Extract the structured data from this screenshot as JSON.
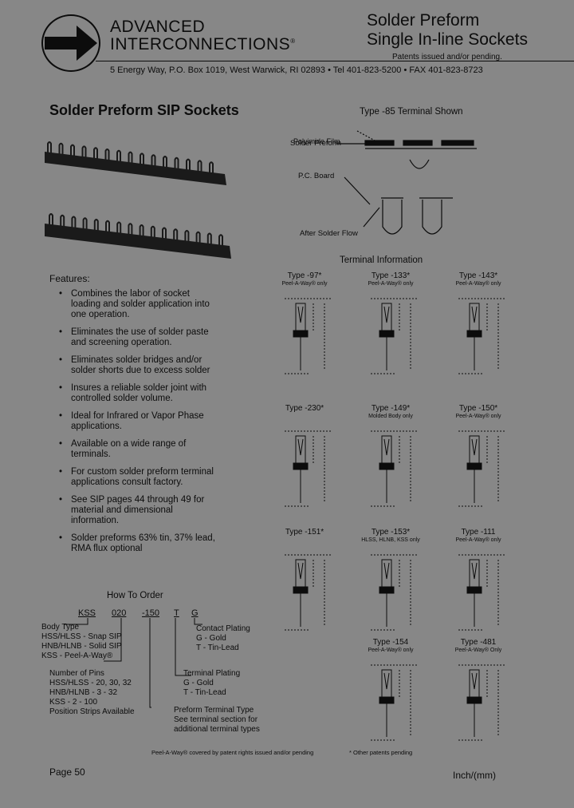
{
  "header": {
    "company_line1": "ADVANCED",
    "company_line2": "INTERCONNECTIONS",
    "registered": "®",
    "title_line1": "Solder Preform",
    "title_line2": "Single In-line Sockets",
    "patents": "Patents issued and/or pending.",
    "address": "5 Energy Way, P.O. Box 1019, West Warwick, RI 02893  •  Tel 401-823-5200  •  FAX 401-823-8723"
  },
  "main": {
    "heading": "Solder Preform SIP Sockets"
  },
  "diagram85": {
    "title": "Type -85 Terminal Shown",
    "labels": {
      "film": "Polyimide Film",
      "preform": "Solder Preform",
      "board": "P.C. Board",
      "flow": "After Solder Flow"
    }
  },
  "features": {
    "title": "Features:",
    "items": [
      "Combines the labor of socket loading and solder application into one operation.",
      "Eliminates the use of solder paste and screening operation.",
      "Eliminates solder bridges and/or solder shorts due to excess solder",
      "Insures a reliable solder joint with controlled solder volume.",
      "Ideal for Infrared or Vapor Phase applications.",
      "Available on a wide range of terminals.",
      "For custom solder preform terminal applications consult factory.",
      "See SIP pages 44 through 49 for material and dimensional information.",
      "Solder preforms 63% tin, 37% lead, RMA flux optional"
    ]
  },
  "order": {
    "title": "How To Order",
    "code": [
      "KSS",
      "020",
      "-150",
      "T",
      "G"
    ],
    "body_type_title": "Body Type",
    "body_types": [
      "HSS/HLSS - Snap SIP",
      "HNB/HLNB - Solid SIP",
      "KSS - Peel-A-Way®"
    ],
    "pins_title": "Number of Pins",
    "pins": [
      "HSS/HLSS - 20, 30, 32",
      "HNB/HLNB - 3 - 32",
      "KSS - 2 - 100",
      "Position Strips Available"
    ],
    "contact_title": "Contact Plating",
    "contact": [
      "G - Gold",
      "T - Tin-Lead"
    ],
    "terminal_plating_title": "Terminal Plating",
    "terminal_plating": [
      "G - Gold",
      "T - Tin-Lead"
    ],
    "preform_title": "Preform Terminal Type",
    "preform": [
      "See terminal section for",
      "additional terminal types"
    ]
  },
  "terminals": {
    "title": "Terminal Information",
    "items": [
      {
        "label": "Type -97*",
        "sub": "Peel-A-Way® only"
      },
      {
        "label": "Type -133*",
        "sub": "Peel-A-Way® only"
      },
      {
        "label": "Type -143*",
        "sub": "Peel-A-Way® only"
      },
      {
        "label": "Type -230*",
        "sub": ""
      },
      {
        "label": "Type -149*",
        "sub": "Molded Body only"
      },
      {
        "label": "Type -150*",
        "sub": "Peel-A-Way® only"
      },
      {
        "label": "Type -151*",
        "sub": ""
      },
      {
        "label": "Type -153*",
        "sub": "HLSS, HLNB, KSS only"
      },
      {
        "label": "Type -111",
        "sub": "Peel-A-Way® only"
      },
      {
        "label": "Type -154",
        "sub": "Peel-A-Way® only"
      },
      {
        "label": "Type -481",
        "sub": "Peel-A-Way® Only"
      }
    ]
  },
  "notes": {
    "peel": "Peel-A-Way® covered by patent rights issued and/or pending",
    "other": "* Other patents pending"
  },
  "footer": {
    "page": "Page 50",
    "units": "Inch/(mm)"
  }
}
